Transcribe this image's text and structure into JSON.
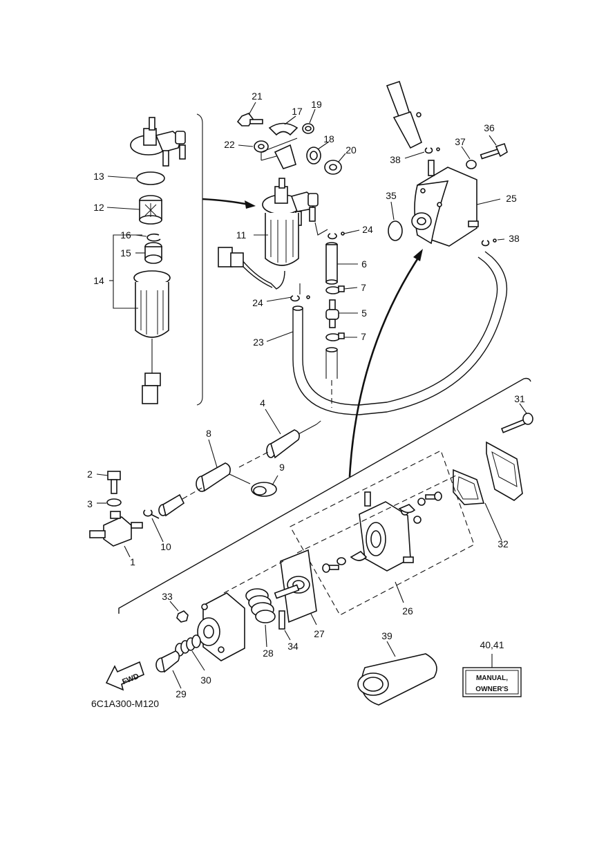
{
  "diagram_code": "6C1A300-M120",
  "fwd_label": "FWD",
  "manual_box": {
    "line1": "MANUAL,",
    "line2": "OWNER'S",
    "label": "40,41"
  },
  "labels": {
    "p1": "1",
    "p2": "2",
    "p3": "3",
    "p4": "4",
    "p5": "5",
    "p6": "6",
    "p7a": "7",
    "p7b": "7",
    "p8": "8",
    "p9": "9",
    "p10": "10",
    "p11": "11",
    "p12": "12",
    "p13": "13",
    "p14": "14",
    "p15": "15",
    "p16": "16",
    "p17": "17",
    "p18": "18",
    "p19": "19",
    "p20": "20",
    "p21": "21",
    "p22": "22",
    "p23": "23",
    "p24a": "24",
    "p24b": "24",
    "p25": "25",
    "p26": "26",
    "p27": "27",
    "p28": "28",
    "p29": "29",
    "p30": "30",
    "p31": "31",
    "p32": "32",
    "p33": "33",
    "p34": "34",
    "p35": "35",
    "p36": "36",
    "p37": "37",
    "p38a": "38",
    "p38b": "38",
    "p39": "39"
  }
}
